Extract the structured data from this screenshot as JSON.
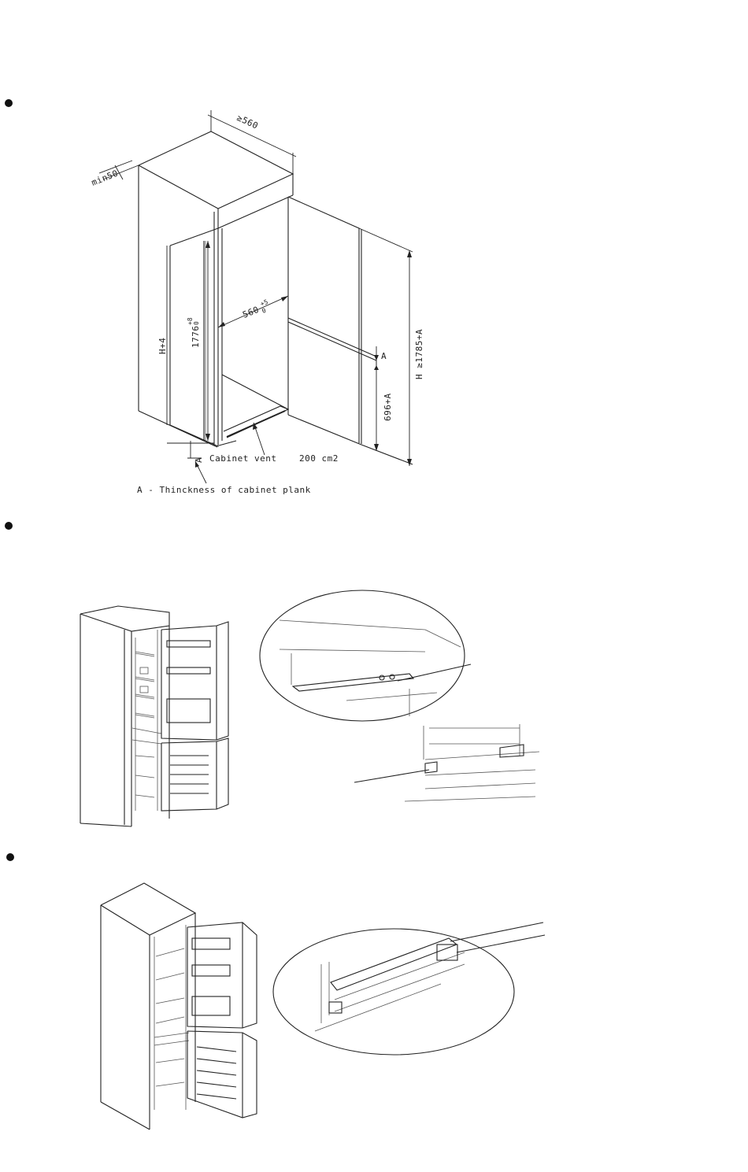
{
  "figure1": {
    "labels": {
      "min50": "min50",
      "width_min": "≥560",
      "inner_width": "560",
      "inner_width_tol": "+5",
      "inner_width_tol0": "0",
      "inner_height": "1776",
      "inner_height_tol": "+8",
      "inner_height_tol0": "0",
      "door_height": "H+4",
      "total_height": "H ≥1785+A",
      "lower_height": "696+A",
      "a_top": "A",
      "a_bottom": "A",
      "vent": "Cabinet vent    200 cm2",
      "legend": "A - Thinckness of cabinet plank"
    }
  }
}
